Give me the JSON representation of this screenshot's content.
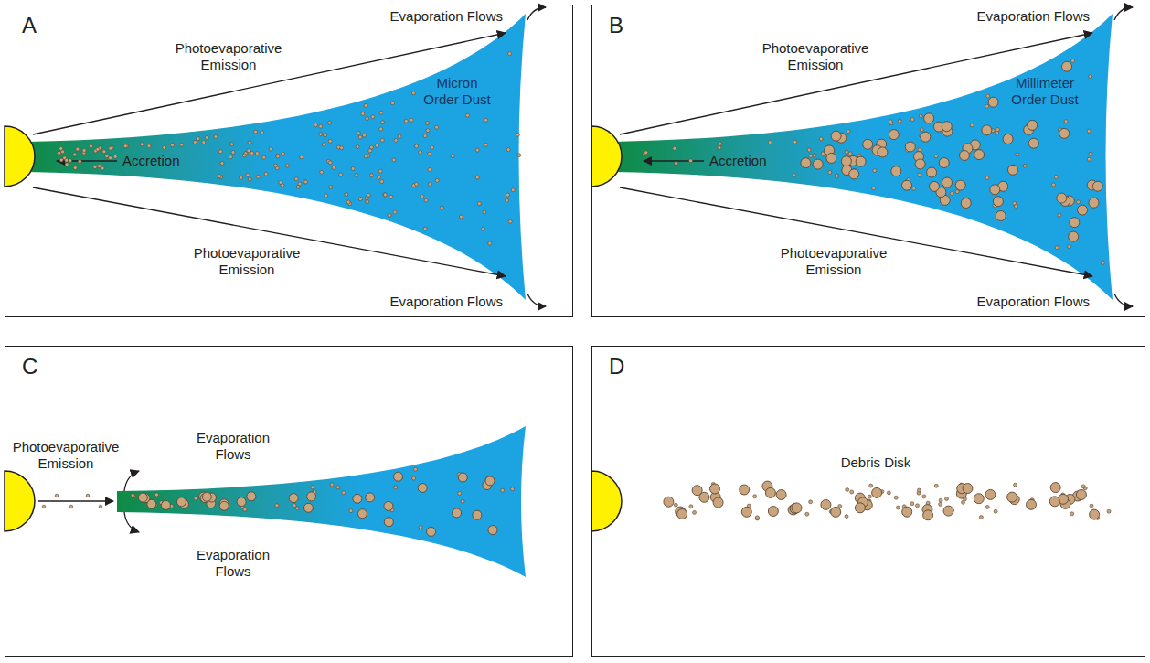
{
  "diagram": {
    "nodes": [
      {
        "text": [
          "A"
        ]
      },
      {
        "text": [
          "B"
        ]
      },
      {
        "text": [
          "C"
        ]
      },
      {
        "text": [
          "D"
        ]
      }
    ],
    "labels": [
      "Photoevaporative Emission",
      "Evaporation Flows",
      "Accretion",
      "Micron Order Dust",
      "Photoevaporative Emission",
      "Evaporation Flows",
      "Photoevaporative Emission",
      "Evaporation Flows",
      "Accretion",
      "Millimeter Order Dust",
      "Photoevaporative Emission",
      "Evaporation Flows",
      "Photoevaporative Emission",
      "Evaporation Flows",
      "Evaporation Flows",
      "Debris Disk"
    ]
  }
}
